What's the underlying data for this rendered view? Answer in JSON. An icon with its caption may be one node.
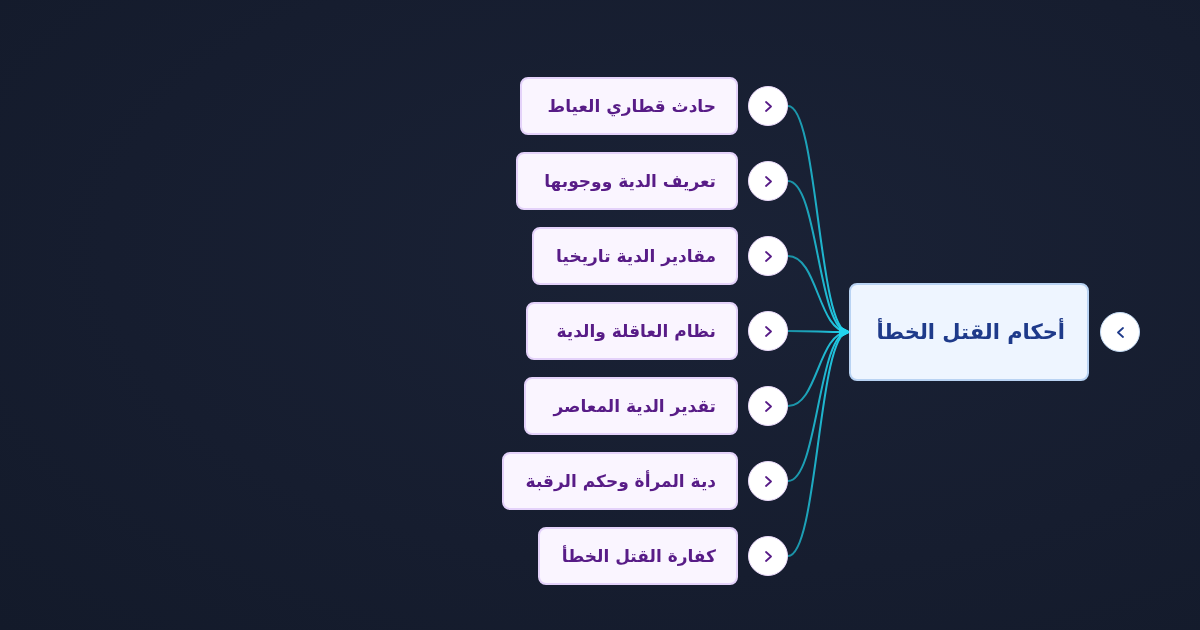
{
  "diagram": {
    "nodes": [
      {
        "text": [
          "أحكام القتل الخطأ"
        ]
      },
      {
        "text": [
          "حادث قطاري العياط"
        ]
      },
      {
        "text": [
          "تعريف الدية ووجوبها"
        ]
      },
      {
        "text": [
          "مقادير الدية تاريخيا"
        ]
      },
      {
        "text": [
          "نظام العاقلة والدية"
        ]
      },
      {
        "text": [
          "تقدير الدية المعاصر"
        ]
      },
      {
        "text": [
          "دية المرأة وحكم الرقبة"
        ]
      },
      {
        "text": [
          "كفارة القتل الخطأ"
        ]
      }
    ],
    "edges": [
      {
        "from": 1,
        "to": 0,
        "arrow": "to"
      },
      {
        "from": 2,
        "to": 0,
        "arrow": "to"
      },
      {
        "from": 3,
        "to": 0,
        "arrow": "to"
      },
      {
        "from": 4,
        "to": 0,
        "arrow": "to"
      },
      {
        "from": 5,
        "to": 0,
        "arrow": "to"
      },
      {
        "from": 6,
        "to": 0,
        "arrow": "to"
      },
      {
        "from": 7,
        "to": 0,
        "arrow": "to"
      }
    ]
  }
}
